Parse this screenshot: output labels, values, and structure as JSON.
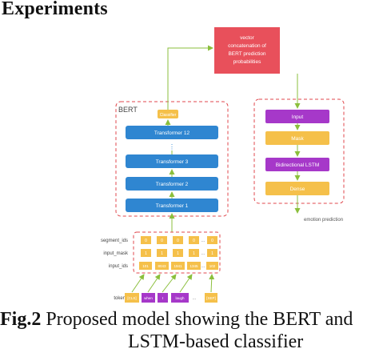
{
  "heading": "Experiments",
  "top_box": {
    "lines": [
      "vector",
      "concatenation of",
      "BERT prediction",
      "probabilities"
    ]
  },
  "bert": {
    "label": "BERT",
    "classifier_label": "Classifier",
    "transformers": [
      "Transformer 12",
      "Transformer 3",
      "Transformer 2",
      "Transformer 1"
    ],
    "dots": "⋮"
  },
  "lstm": {
    "layers": [
      "Input",
      "Mask",
      "Bidirectional LSTM",
      "Dense"
    ],
    "output_label": "emotion prediction"
  },
  "inputs": {
    "row_labels": [
      "segment_ids",
      "input_mask",
      "input_ids"
    ],
    "segment_ids": [
      "0",
      "0",
      "0",
      "0",
      "...",
      "0"
    ],
    "input_mask": [
      "1",
      "1",
      "1",
      "1",
      "...",
      "1"
    ],
    "input_ids": [
      "101",
      "8043",
      "1941",
      "1345",
      "...",
      "102"
    ],
    "tokens_label": "tokens",
    "tokens": [
      "[CLS]",
      "when",
      "I",
      "laugh",
      "...",
      "[SEP]"
    ]
  },
  "caption": {
    "fig": "Fig.2",
    "line1": " Proposed model showing the BERT and",
    "line2": "LSTM-based classifier"
  },
  "colors": {
    "red": "#e8505b",
    "blue": "#2f86d1",
    "orange": "#f5c04a",
    "purple": "#a638c9",
    "arrow": "#8bbf3c",
    "frame": "#e0474c"
  }
}
